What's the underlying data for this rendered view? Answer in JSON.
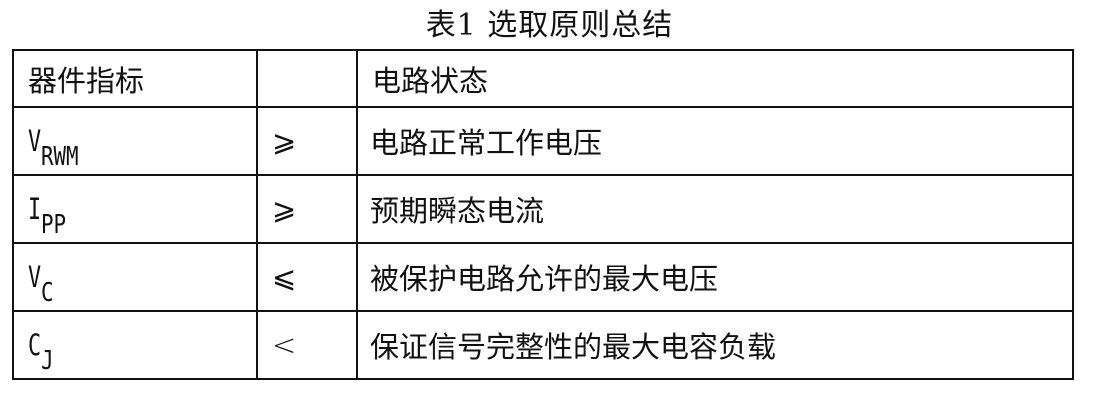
{
  "title": "表1 选取原则总结",
  "table": {
    "headers": {
      "metric": "器件指标",
      "relation": "",
      "state": "电路状态"
    },
    "rows": [
      {
        "symbol": "V",
        "subscript": "RWM",
        "relation": "⩾",
        "description": "电路正常工作电压"
      },
      {
        "symbol": "I",
        "subscript": "PP",
        "relation": "⩾",
        "description": "预期瞬态电流"
      },
      {
        "symbol": "V",
        "subscript": "C",
        "relation": "⩽",
        "description": "被保护电路允许的最大电压"
      },
      {
        "symbol": "C",
        "subscript": "J",
        "relation": "<",
        "description": "保证信号完整性的最大电容负载"
      }
    ]
  }
}
